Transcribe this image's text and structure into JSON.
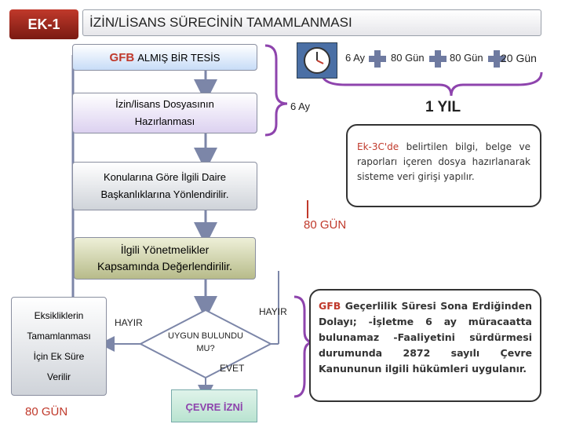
{
  "header": {
    "badge": "EK-1",
    "title": "İZİN/LİSANS SÜRECİNİN TAMAMLANMASI"
  },
  "flow": {
    "step1": {
      "prefix": "GFB",
      "text": "ALMIŞ BİR TESİS"
    },
    "step2": {
      "line1": "İzin/lisans  Dosyasının",
      "line2": "Hazırlanması"
    },
    "step3": {
      "line1": "Konularına  Göre İlgili  Daire",
      "line2": "Başkanlıklarına  Yönlendirilir."
    },
    "step4": {
      "line1": "İlgili Yönetmelikler",
      "line2": "Kapsamında Değerlendirilir."
    },
    "decision": {
      "line1": "UYGUN BULUNDU",
      "line2": "MU?"
    },
    "left_box": {
      "line1": "Eksikliklerin",
      "line2": "Tamamlanması",
      "line3": "İçin Ek Süre",
      "line4": "Verilir"
    },
    "result_label": "ÇEVRE İZNİ"
  },
  "labels": {
    "six_month_top": "6 Ay",
    "six_month_mid": "6 Ay",
    "eighty_a": "80 Gün",
    "eighty_b": "80 Gün",
    "twenty": "20 Gün",
    "one_year": "1 YIL",
    "eighty_days_mid": "80 GÜN",
    "eighty_days_bottom": "80 GÜN",
    "hayir_left": "HAYIR",
    "hayir_right": "HAYIR",
    "evet": "EVET"
  },
  "info_top": {
    "prefix": "Ek-3C'de",
    "text": " belirtilen bilgi, belge ve raporları içeren dosya hazırlanarak sisteme veri girişi yapılır."
  },
  "info_bottom": {
    "prefix": "GFB",
    "text": " Geçerlilik Süresi Sona Erdiğinden Dolayı; -İşletme 6 ay müracaatta bulunamaz -Faaliyetini sürdürmesi durumunda 2872 sayılı Çevre Kanununun ilgili hükümleri uygulanır."
  },
  "colors": {
    "badge": "#c0392b",
    "arrow": "#7c86a8",
    "brace": "#8e44ad",
    "accent_red": "#c0392b",
    "cross": "#6e7aa0"
  },
  "icons": {
    "clock": "clock-icon",
    "certificate": "environment-permit-certificate-icon"
  }
}
